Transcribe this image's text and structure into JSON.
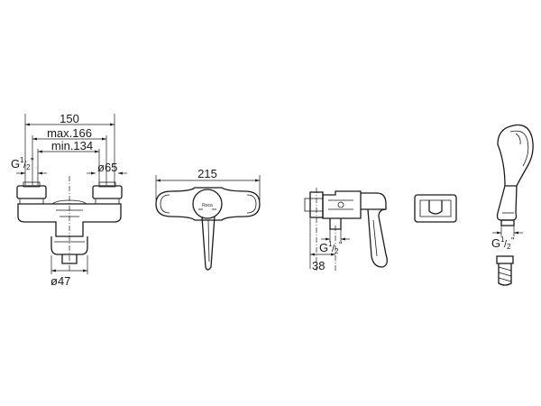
{
  "views": {
    "front": {
      "dim_width": "150",
      "dim_max": "max.166",
      "dim_min": "min.134",
      "dim_thread": "G",
      "dim_thread_frac_num": "1",
      "dim_thread_frac_den": "2",
      "dim_thread_suffix": "\"",
      "dim_cover_diameter": "ø65",
      "dim_spout_diameter": "ø47"
    },
    "mixer_front": {
      "dim_width": "215",
      "logo_text": "Roca"
    },
    "side": {
      "dim_thread": "G",
      "dim_thread_frac_num": "1",
      "dim_thread_frac_den": "2",
      "dim_thread_suffix": "\"",
      "dim_depth": "38"
    },
    "handshower": {
      "dim_thread": "G",
      "dim_thread_frac_num": "1",
      "dim_thread_frac_den": "2",
      "dim_thread_suffix": "\""
    }
  }
}
